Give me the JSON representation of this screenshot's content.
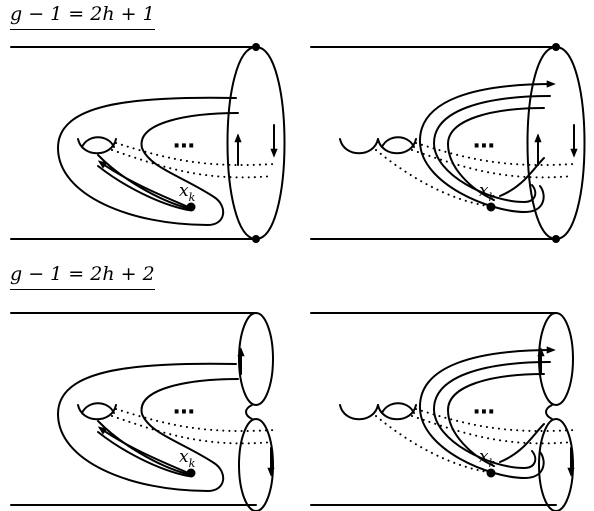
{
  "labels": {
    "case_odd": "g − 1 = 2h + 1",
    "case_even": "g − 1 = 2h + 2",
    "point": "x",
    "point_sub": "k",
    "ellipsis": "⋯"
  },
  "panels": [
    {
      "id": "top-left",
      "variant": "single",
      "loop": "plain"
    },
    {
      "id": "top-right",
      "variant": "single",
      "loop": "nested"
    },
    {
      "id": "bottom-left",
      "variant": "double",
      "loop": "plain"
    },
    {
      "id": "bottom-right",
      "variant": "double",
      "loop": "nested"
    }
  ]
}
